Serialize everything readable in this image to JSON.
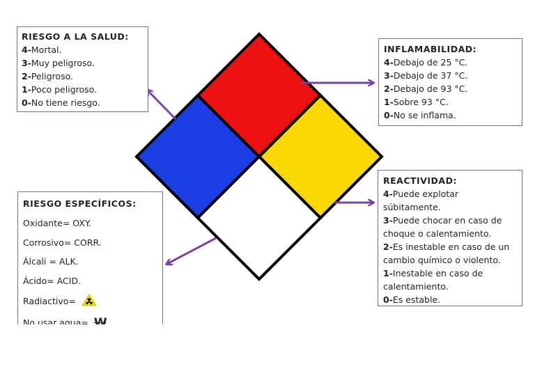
{
  "colors": {
    "health": "#1b3fe4",
    "flammability": "#ee1111",
    "reactivity": "#fbd900",
    "specific": "#ffffff",
    "arrow": "#7b3fa8",
    "border": "#000000"
  },
  "health": {
    "title": "RIESGO A LA SALUD:",
    "items": [
      {
        "num": "4-",
        "text": "Mortal."
      },
      {
        "num": "3-",
        "text": "Muy peligroso."
      },
      {
        "num": "2-",
        "text": "Peligroso."
      },
      {
        "num": "1-",
        "text": "Poco peligroso."
      },
      {
        "num": "0-",
        "text": "No tiene riesgo."
      }
    ]
  },
  "flammability": {
    "title": "INFLAMABILIDAD:",
    "items": [
      {
        "num": "4-",
        "text": "Debajo de 25 °C."
      },
      {
        "num": "3-",
        "text": "Debajo de 37 °C."
      },
      {
        "num": "2-",
        "text": "Debajo de 93 °C."
      },
      {
        "num": "1-",
        "text": "Sobre 93 °C."
      },
      {
        "num": "0-",
        "text": "No se inflama."
      }
    ]
  },
  "reactivity": {
    "title": "REACTIVIDAD:",
    "items": [
      {
        "num": "4-",
        "text": "Puede explotar súbitamente."
      },
      {
        "num": "3-",
        "text": "Puede chocar en caso de choque o calentamiento."
      },
      {
        "num": "2-",
        "text": "Es inestable en caso de un cambio químico o violento."
      },
      {
        "num": "1-",
        "text": "Inestable en caso de calentamiento."
      },
      {
        "num": "0-",
        "text": "Es estable."
      }
    ]
  },
  "specific": {
    "title": "RIESGO ESPECÍFICOS:",
    "items": [
      "Oxidante= OXY.",
      "Corrosivo= CORR.",
      "Álcali = ALK.",
      "Ácido= ACID.",
      "Radiactivo=",
      "No usar agua="
    ],
    "water_symbol": "W",
    "icons": [
      "radiation-icon",
      "no-water-icon"
    ]
  }
}
